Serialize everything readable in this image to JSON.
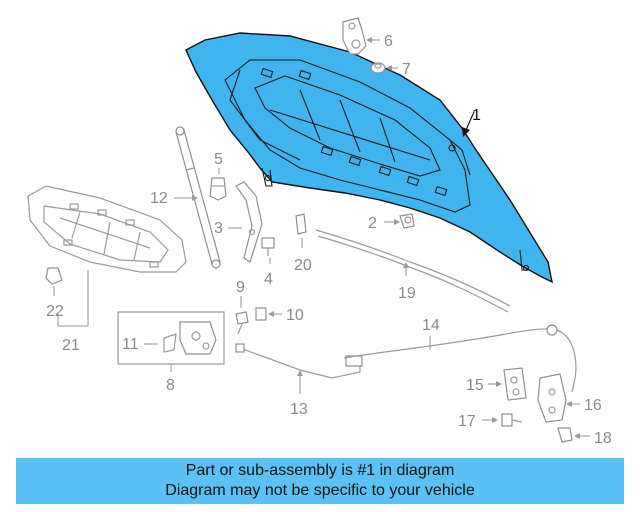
{
  "callouts": {
    "c1": "1",
    "c2": "2",
    "c3": "3",
    "c4": "4",
    "c5": "5",
    "c6": "6",
    "c7": "7",
    "c8": "8",
    "c9": "9",
    "c10": "10",
    "c11": "11",
    "c12": "12",
    "c13": "13",
    "c14": "14",
    "c15": "15",
    "c16": "16",
    "c17": "17",
    "c18": "18",
    "c19": "19",
    "c20": "20",
    "c21": "21",
    "c22": "22"
  },
  "banner": {
    "line1": "Part or sub-assembly is #1 in diagram",
    "line2": "Diagram may not be specific to your vehicle"
  },
  "colors": {
    "highlight": "#3fb4ef",
    "banner_bg": "#5bc0f3",
    "callout_gray": "#8a8a8a"
  }
}
